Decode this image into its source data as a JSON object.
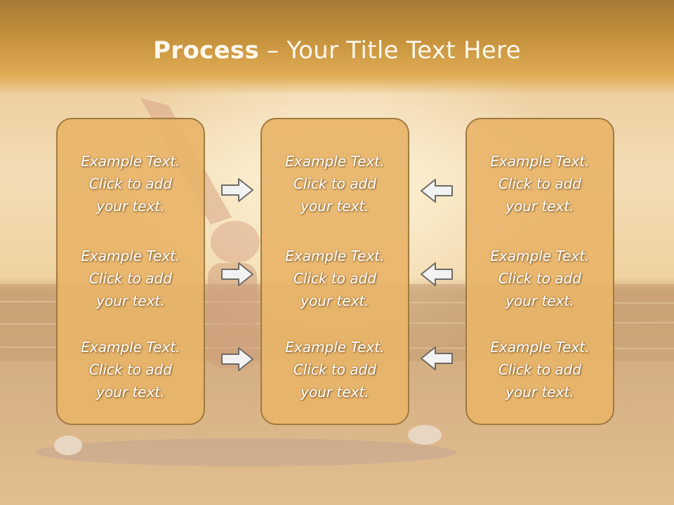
{
  "slide": {
    "title_bold": "Process",
    "title_rest": " – Your Title Text Here"
  },
  "columns": [
    {
      "items": [
        {
          "lines": [
            "Example Text.",
            "Click  to add",
            "your text."
          ]
        },
        {
          "lines": [
            "Example Text.",
            "Click  to add",
            "your text."
          ]
        },
        {
          "lines": [
            "Example Text.",
            "Click  to add",
            "your text."
          ]
        }
      ]
    },
    {
      "items": [
        {
          "lines": [
            "Example Text.",
            "Click  to add",
            "your text."
          ]
        },
        {
          "lines": [
            "Example Text.",
            "Click  to add",
            "your text."
          ]
        },
        {
          "lines": [
            "Example Text.",
            "Click  to add",
            "your text."
          ]
        }
      ]
    },
    {
      "items": [
        {
          "lines": [
            "Example Text.",
            "Click  to add",
            "your text."
          ]
        },
        {
          "lines": [
            "Example Text.",
            "Click  to add",
            "your text."
          ]
        },
        {
          "lines": [
            "Example Text.",
            "Click  to add",
            "your text."
          ]
        }
      ]
    }
  ],
  "arrows": {
    "left_group": {
      "direction": "right",
      "icon": "arrow-right-icon"
    },
    "right_group": {
      "direction": "left",
      "icon": "arrow-left-icon"
    }
  },
  "colors": {
    "title_bar": "#c8943f",
    "box_fill": "#e8b469",
    "box_border": "#a07a3e",
    "arrow_fill": "#f2f2f2",
    "arrow_stroke": "#6e6a66"
  },
  "background": {
    "icon": "beach-sunset-photo"
  }
}
